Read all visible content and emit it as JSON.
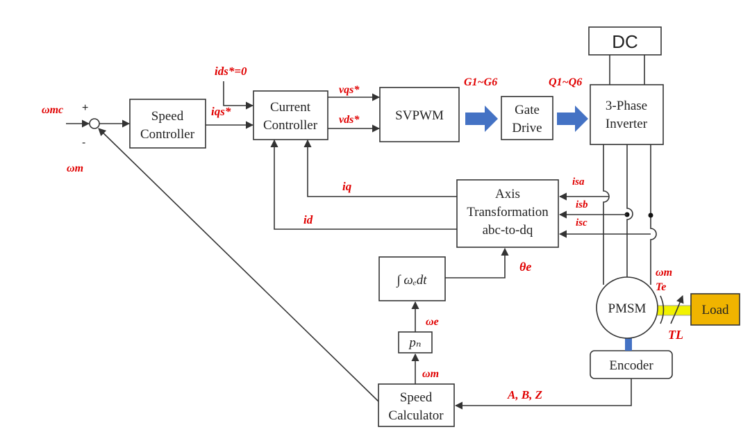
{
  "blocks": {
    "speed_controller": [
      "Speed",
      "Controller"
    ],
    "current_controller": [
      "Current",
      "Controller"
    ],
    "svpwm": "SVPWM",
    "gate_drive": [
      "Gate",
      "Drive"
    ],
    "inverter": [
      "3-Phase",
      "Inverter"
    ],
    "dc": "DC",
    "axis_transformation": [
      "Axis",
      "Transformation",
      "abc-to-dq"
    ],
    "integrator": "∫ ωₑdt",
    "pole_pairs": "pₙ",
    "pmsm": "PMSM",
    "load": "Load",
    "encoder": "Encoder",
    "speed_calculator": [
      "Speed",
      "Calculator"
    ]
  },
  "signals": {
    "omega_mc": "ωmc",
    "omega_m_feedback": "ωm",
    "plus": "+",
    "minus": "-",
    "i_ds_ref": "ids*=0",
    "i_qs_ref": "iqs*",
    "v_qs_ref": "vqs*",
    "v_ds_ref": "vds*",
    "gate_signals": "G1~G6",
    "switches": "Q1~Q6",
    "i_q": "iq",
    "i_d": "id",
    "i_sa": "isa",
    "i_sb": "isb",
    "i_sc": "isc",
    "theta_e": "θe",
    "omega_e": "ωe",
    "omega_m_calc": "ωm",
    "omega_m_motor": "ωm",
    "t_e": "Te",
    "t_l": "TL",
    "encoder_out": "A, B, Z"
  },
  "colors": {
    "signal_text": "#e00000",
    "arrow_fill": "#4472c4",
    "load_fill": "#f0b400",
    "shaft_fill": "#f2f200",
    "encoder_coupling": "#4472c4",
    "line": "#333333"
  }
}
